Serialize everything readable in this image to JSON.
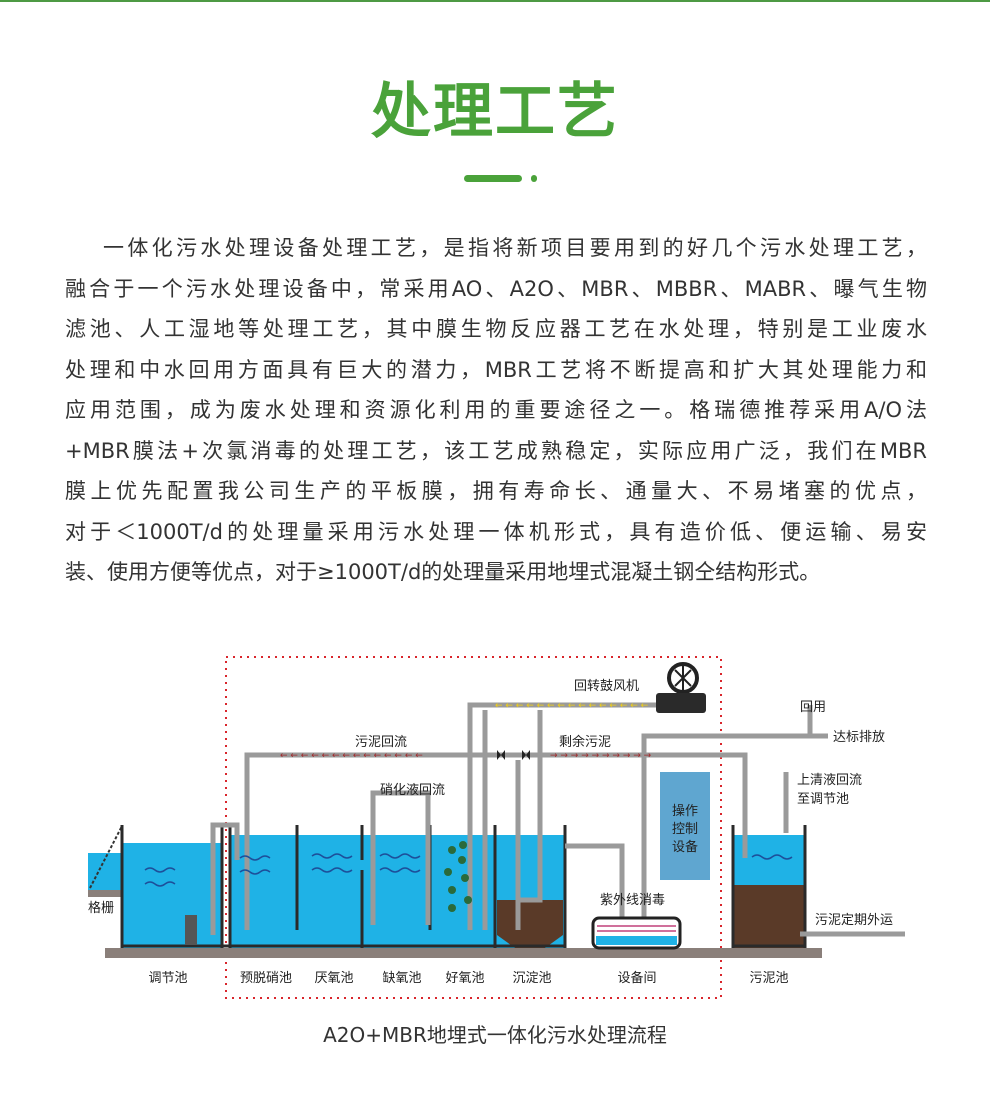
{
  "title": "处理工艺",
  "paragraph": [
    "一体化污水处理设备处理工艺，是指将新项目要用到的好几个污水处理工艺，",
    "融合于一个污水处理设备中，常采用AO、A2O、MBR、MBBR、MABR、曝气生物",
    "滤池、人工湿地等处理工艺，其中膜生物反应器工艺在水处理，特别是工业废水",
    "处理和中水回用方面具有巨大的潜力，MBR工艺将不断提高和扩大其处理能力和",
    "应用范围，成为废水处理和资源化利用的重要途径之一。格瑞德推荐采用A/O法",
    "+MBR膜法+次氯消毒的处理工艺，该工艺成熟稳定，实际应用广泛，我们在MBR",
    "膜上优先配置我公司生产的平板膜，拥有寿命长、通量大、不易堵塞的优点，",
    "对于＜1000T/d的处理量采用污水处理一体机形式，具有造价低、便运输、易安",
    "装、使用方便等优点，对于≥1000T/d的处理量采用地埋式混凝土钢仝结构形式。"
  ],
  "diagram": {
    "labels": {
      "blower": "回转鼓风机",
      "reuse": "回用",
      "discharge": "达标排放",
      "sludge_return": "污泥回流",
      "excess_sludge": "剩余污泥",
      "nitrate_return": "硝化液回流",
      "supernatant_1": "上清液回流",
      "supernatant_2": "至调节池",
      "uv": "紫外线消毒",
      "grille": "格栅",
      "sludge_out": "污泥定期外运",
      "control_1": "操作",
      "control_2": "控制",
      "control_3": "设备"
    },
    "tanks": [
      "调节池",
      "预脱硝池",
      "厌氧池",
      "缺氧池",
      "好氧池",
      "沉淀池",
      "设备间",
      "污泥池"
    ],
    "caption": "A2O+MBR地埋式一体化污水处理流程"
  },
  "colors": {
    "accent": "#4aa23a",
    "water": "#1fb2e6",
    "sludge": "#5a3a28",
    "pipe": "#9a9a9a",
    "boundary": "#d9262c"
  }
}
